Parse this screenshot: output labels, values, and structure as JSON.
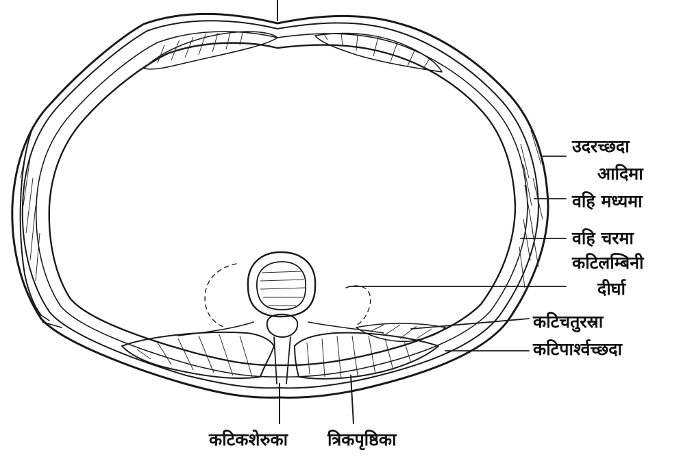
{
  "labels": {
    "udaracchada": "उदरच्छदा",
    "adima": "आदिमा",
    "bahi_madhyama": "वहि मध्यमा",
    "bahi_charama": "वहि चरमा",
    "katilambini": "कटिलम्बिनी",
    "dirgha": "दीर्घा",
    "katichaturasra": "कटिचतुरस्रा",
    "katiparshvacchada": "कटिपार्श्वच्छदा",
    "katikasheruka": "कटिकशेरुका",
    "trikaprishthika": "त्रिकपृष्ठिका"
  }
}
